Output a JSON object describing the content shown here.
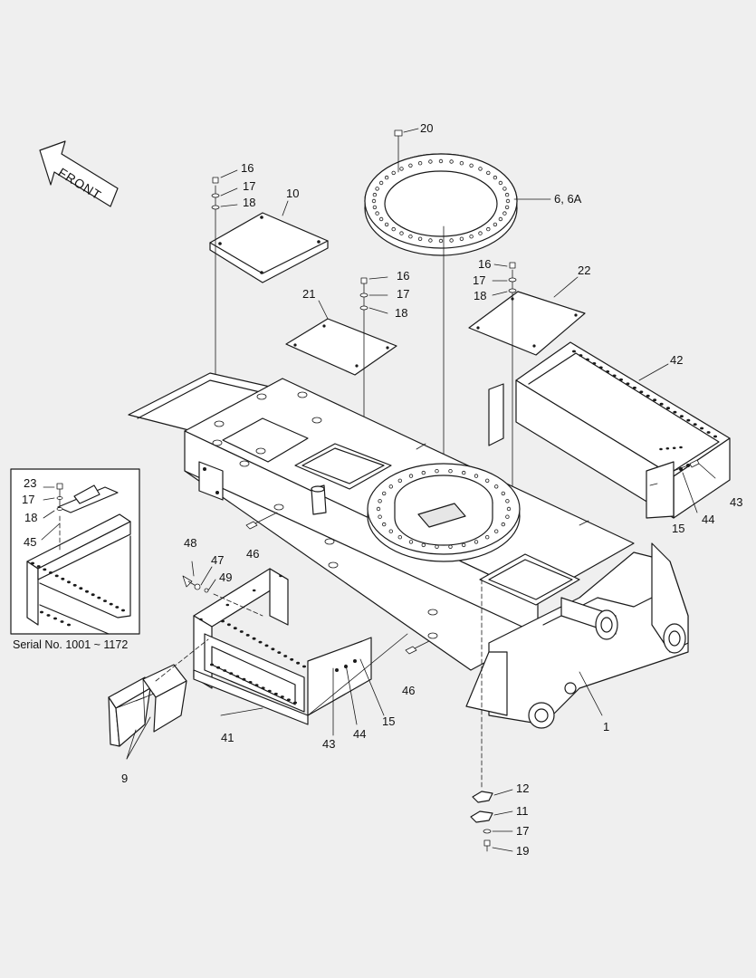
{
  "front_label": "FRONT",
  "inset_caption": "Serial No. 1001 ~ 1172",
  "callouts": {
    "c20": "20",
    "c6_6a": "6, 6A",
    "c16_top": "16",
    "c17_top": "17",
    "c18_top": "18",
    "c10": "10",
    "c16_mid": "16",
    "c17_mid": "17",
    "c18_mid": "18",
    "c21": "21",
    "c16_right": "16",
    "c17_right": "17",
    "c18_right": "18",
    "c22": "22",
    "c42": "42",
    "c43_right": "43",
    "c44_right": "44",
    "c15_right": "15",
    "c23_inset": "23",
    "c17_inset": "17",
    "c18_inset": "18",
    "c45_inset": "45",
    "c48": "48",
    "c47": "47",
    "c49": "49",
    "c46_left": "46",
    "c46_mid": "46",
    "c41": "41",
    "c43_left": "43",
    "c44_left": "44",
    "c15_left": "15",
    "c9": "9",
    "c1": "1",
    "c12": "12",
    "c11": "11",
    "c17_bottom": "17",
    "c19": "19"
  }
}
